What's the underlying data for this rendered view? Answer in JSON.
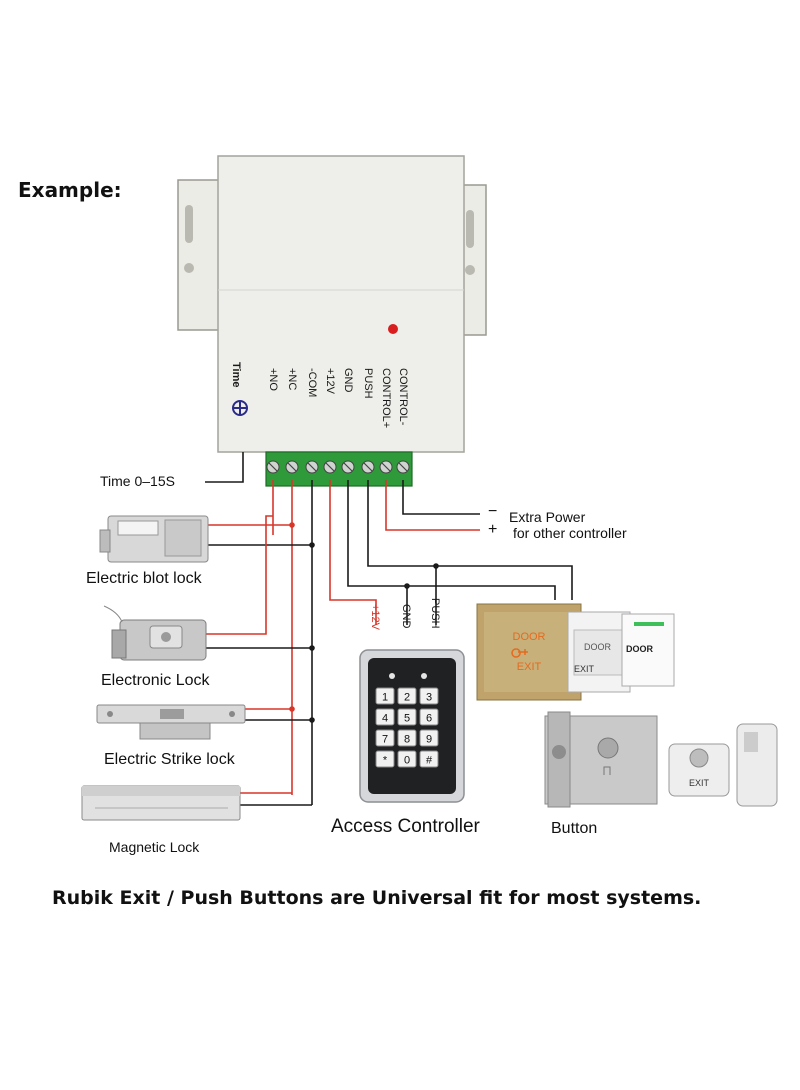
{
  "heading": "Example:",
  "controller": {
    "terminals": [
      "CONTROL-",
      "CONTROL+",
      "PUSH",
      "GND",
      "+12V",
      "-COM",
      "+NC",
      "+NO"
    ],
    "time_label": "Time"
  },
  "labels": {
    "time_range": "Time  0–15S",
    "extra_power_minus": "−",
    "extra_power_plus": "+",
    "extra_power_line1": "Extra Power",
    "extra_power_line2": "for other controller",
    "wire_12v": "+12V",
    "wire_gnd": "GND",
    "wire_push": "PUSH"
  },
  "keypad": {
    "keys": [
      "1",
      "2",
      "3",
      "4",
      "5",
      "6",
      "7",
      "8",
      "9",
      "*",
      "0",
      "#"
    ]
  },
  "buttons": {
    "plate1_line1": "DOOR",
    "plate1_line2": "EXIT",
    "plate2_line1": "DOOR",
    "plate2_line2": "EXIT",
    "plate3_line1": "DOOR",
    "round_exit": "EXIT"
  },
  "devices": {
    "electric_bolt": "Electric blot lock",
    "electronic": "Electronic Lock",
    "electric_strike": "Electric Strike lock",
    "magnetic": "Magnetic Lock",
    "access_controller": "Access Controller",
    "button": "Button"
  },
  "footer": "Rubik Exit / Push Buttons are Universal fit for most systems.",
  "colors": {
    "red_wire": "#d9362a",
    "black_wire": "#1a1a1a",
    "terminal_green": "#2e9a3a",
    "controller_body": "#eeefea",
    "led": "#d81e1e"
  }
}
